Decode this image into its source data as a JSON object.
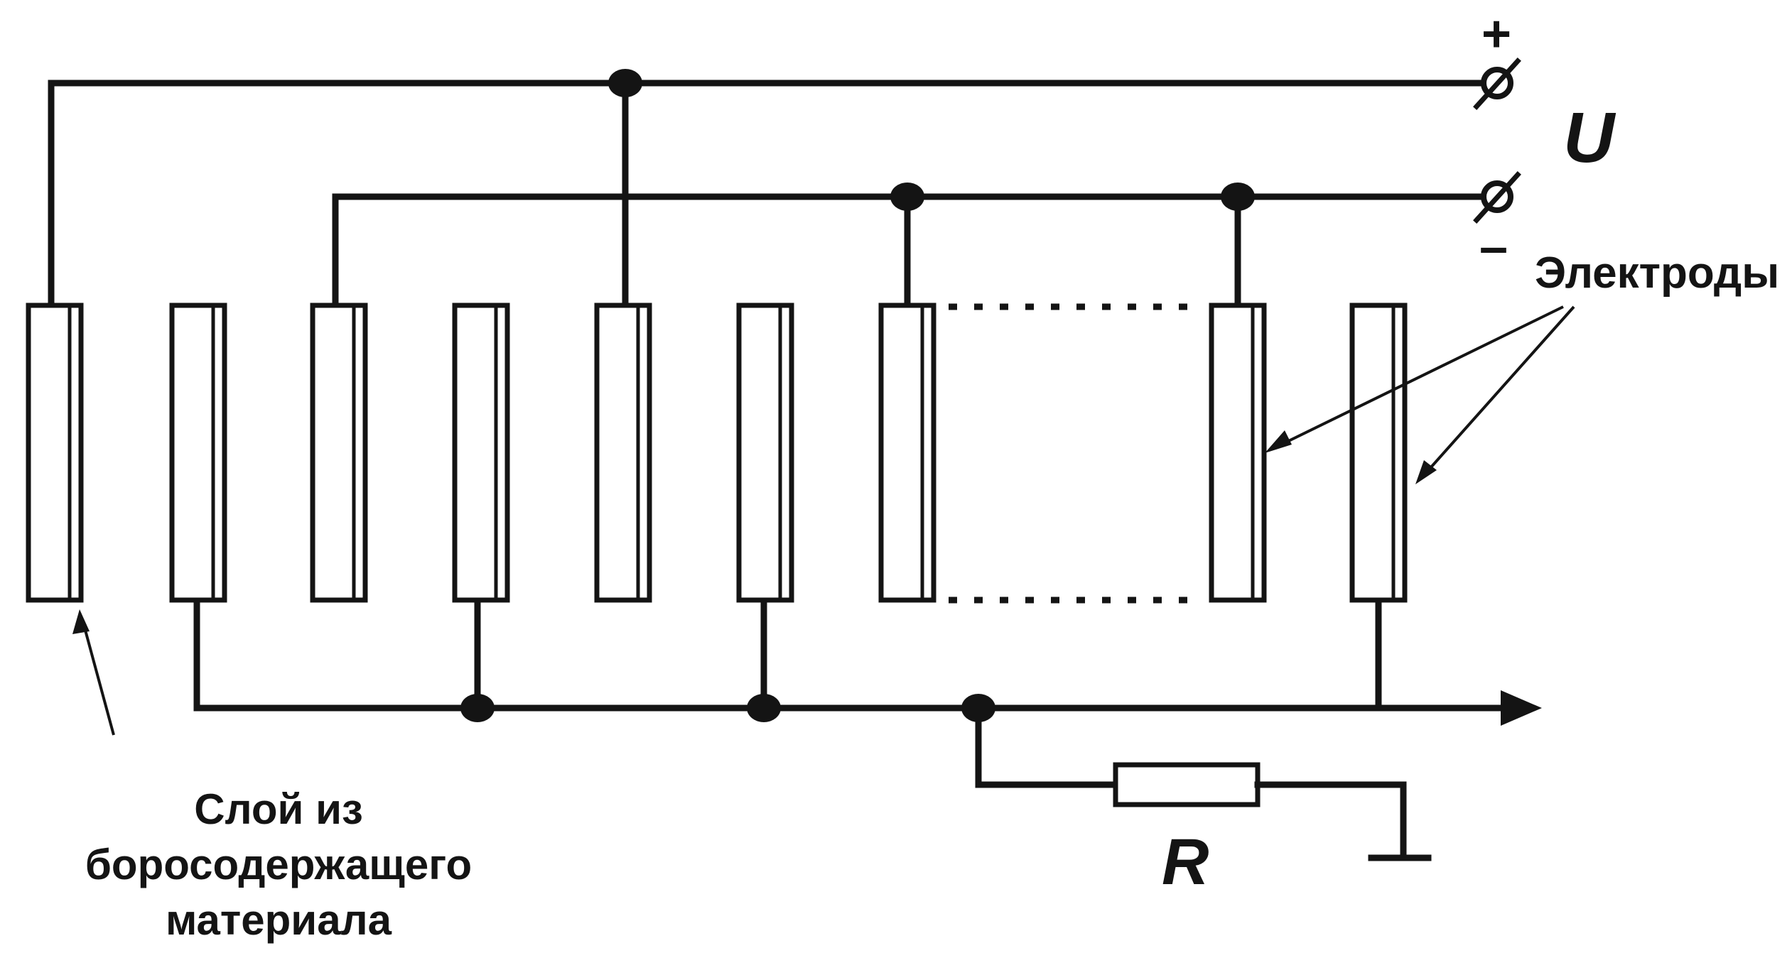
{
  "labels": {
    "plus": "+",
    "minus": "–",
    "voltage": "U",
    "electrodes": "Электроды",
    "layer_line1": "Слой из",
    "layer_line2": "боросодержащего",
    "layer_line3": "материала",
    "resistor": "R"
  }
}
